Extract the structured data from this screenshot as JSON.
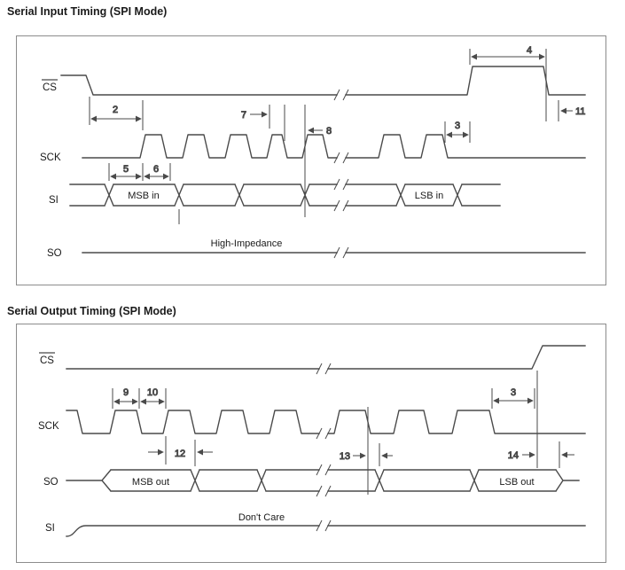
{
  "diagrams": {
    "input": {
      "title": "Serial Input Timing (SPI Mode)",
      "signals": {
        "cs": "CS",
        "sck": "SCK",
        "si": "SI",
        "so": "SO"
      },
      "annotations": {
        "t2": "2",
        "t3": "3",
        "t4": "4",
        "t5": "5",
        "t6": "6",
        "t7": "7",
        "t8": "8",
        "t11": "11",
        "msb_in": "MSB in",
        "lsb_in": "LSB in",
        "high_impedance": "High-Impedance"
      }
    },
    "output": {
      "title": "Serial Output Timing (SPI Mode)",
      "signals": {
        "cs": "CS",
        "sck": "SCK",
        "so": "SO",
        "si": "SI"
      },
      "annotations": {
        "t3": "3",
        "t9": "9",
        "t10": "10",
        "t12": "12",
        "t13": "13",
        "t14": "14",
        "msb_out": "MSB out",
        "lsb_out": "LSB out",
        "dont_care": "Don't Care"
      }
    }
  },
  "colors": {
    "waveform": "#4a4a4a",
    "box_border": "#8c8c8c",
    "text": "#1a1a1a",
    "background": "#ffffff"
  }
}
